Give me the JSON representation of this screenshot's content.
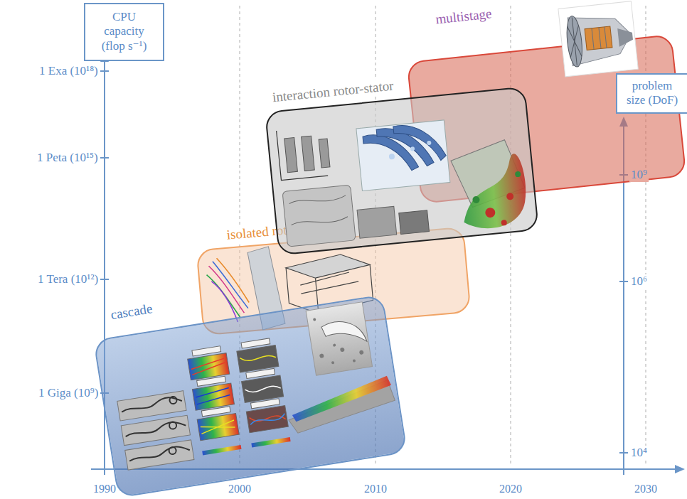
{
  "diagram": {
    "nodes": [
      {
        "text": [
          "CPU capacity (flop s⁻¹)"
        ]
      },
      {
        "text": [
          "problem size (DoF)"
        ]
      },
      {
        "text": [
          "cascade"
        ]
      },
      {
        "text": [
          "isolated rotor"
        ]
      },
      {
        "text": [
          "interaction rotor-stator"
        ]
      },
      {
        "text": [
          "multistage"
        ]
      }
    ],
    "labels": [
      "1 Exa (10¹⁸)",
      "1 Peta (10¹⁵)",
      "1 Tera (10¹²)",
      "1 Giga (10⁹)",
      "10⁹",
      "10⁶",
      "10⁴",
      "1990",
      "2000",
      "2010",
      "2020",
      "2030"
    ]
  }
}
